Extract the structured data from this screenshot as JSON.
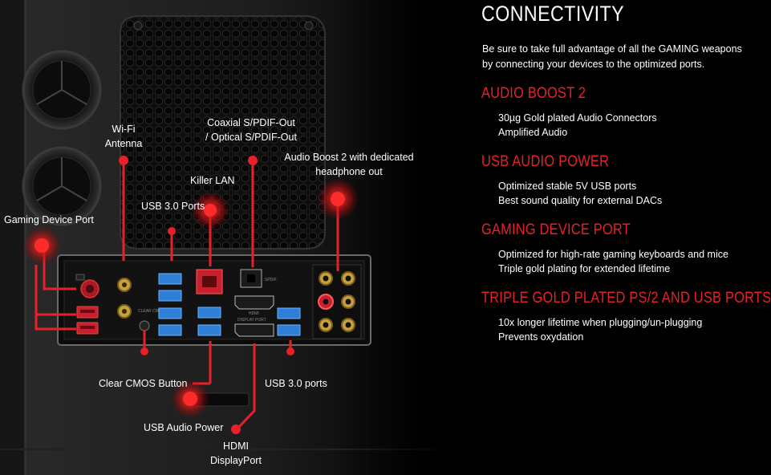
{
  "labels": {
    "wifi": [
      "Wi-Fi",
      "Antenna"
    ],
    "coaxial": [
      "Coaxial S/PDIF-Out",
      "/ Optical S/PDIF-Out"
    ],
    "audio_boost_label": [
      "Audio Boost 2 with dedicated",
      "headphone out"
    ],
    "killer_lan": "Killer LAN",
    "usb30_top": "USB 3.0 Ports",
    "gaming_device_port": "Gaming Device Port",
    "clear_cmos": "Clear CMOS Button",
    "usb30_bottom": "USB 3.0 ports",
    "usb_audio_power": "USB Audio Power",
    "hdmi_dp": [
      "HDMI",
      "DisplayPort"
    ],
    "io_small": {
      "spdif": "SPDIF",
      "clear_cmos": "CLEAR CMOS",
      "displayport": "DISPLAY PORT",
      "hdmi": "HDMI"
    }
  },
  "panel": {
    "title": "CONNECTIVITY",
    "intro": "Be sure to take full advantage of all the GAMING weapons by connecting your devices to the optimized ports.",
    "sections": [
      {
        "title": "AUDIO BOOST 2",
        "lines": [
          "30µg Gold plated Audio Connectors",
          "Amplified Audio"
        ]
      },
      {
        "title": "USB AUDIO POWER",
        "lines": [
          "Optimized stable 5V USB ports",
          "Best sound quality for external DACs"
        ]
      },
      {
        "title": "GAMING DEVICE PORT",
        "lines": [
          "Optimized for high-rate gaming keyboards and mice",
          "Triple gold plating for extended lifetime"
        ]
      },
      {
        "title": "TRIPLE GOLD PLATED PS/2 AND USB PORTS",
        "lines": [
          "10x longer lifetime when plugging/un-plugging",
          "Prevents oxydation"
        ]
      }
    ]
  },
  "colors": {
    "accent": "#e8202a",
    "usb_blue": "#2f7fd6",
    "gold": "#c9a13a",
    "usb_red": "#c8202c"
  }
}
